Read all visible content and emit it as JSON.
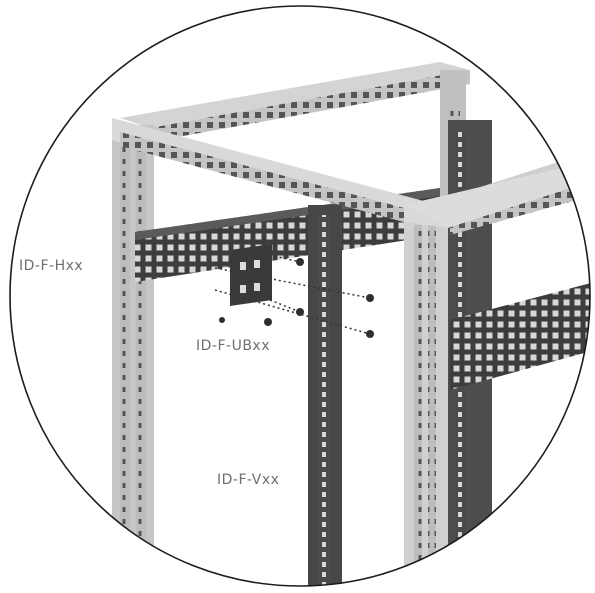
{
  "labels": {
    "horizontal": "ID-F-Hxx",
    "bracket": "ID-F-UBxx",
    "vertical": "ID-F-Vxx"
  },
  "colors": {
    "frame_light": "#c9c9c9",
    "frame_mid": "#b5b5b5",
    "frame_dark": "#4a4a4a",
    "outline": "#2a2a2a",
    "label": "#6f6f6f"
  }
}
